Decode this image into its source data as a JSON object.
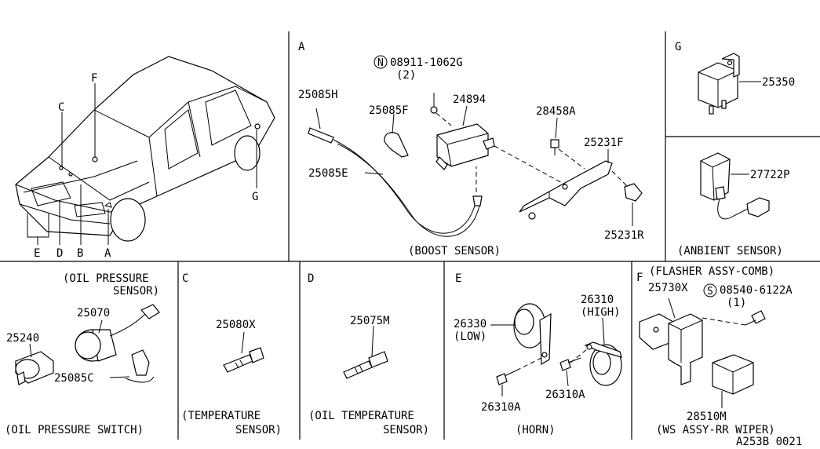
{
  "car_overview": {
    "labels": {
      "a": "A",
      "b": "B",
      "c": "C",
      "d": "D",
      "e": "E",
      "f": "F",
      "g": "G"
    }
  },
  "panel_a": {
    "letter": "A",
    "parts": {
      "p25085h": "25085H",
      "p25085f": "25085F",
      "p24894": "24894",
      "p28458a": "28458A",
      "p25231f": "25231F",
      "p25085e": "25085E",
      "p25231r": "25231R",
      "bolt": "08911-1062G",
      "bolt_symbol": "N",
      "bolt_qty": "(2)"
    },
    "caption": "(BOOST SENSOR)"
  },
  "panel_g": {
    "letter": "G",
    "parts": {
      "p25350": "25350",
      "p27722p": "27722P"
    },
    "caption": "(ANBIENT SENSOR)"
  },
  "panel_oil": {
    "caption_top_1": "(OIL PRESSURE",
    "caption_top_2": "SENSOR)",
    "parts": {
      "p25070": "25070",
      "p25240": "25240",
      "p25085c": "25085C"
    },
    "caption_bottom": "(OIL PRESSURE SWITCH)"
  },
  "panel_c": {
    "letter": "C",
    "parts": {
      "p25080x": "25080X"
    },
    "caption_1": "(TEMPERATURE",
    "caption_2": "SENSOR)"
  },
  "panel_d": {
    "letter": "D",
    "parts": {
      "p25075m": "25075M"
    },
    "caption_1": "(OIL TEMPERATURE",
    "caption_2": "SENSOR)"
  },
  "panel_e": {
    "letter": "E",
    "parts": {
      "p26330": "26330",
      "p26330_note": "(LOW)",
      "p26310": "26310",
      "p26310_note": "(HIGH)",
      "p26310a_1": "26310A",
      "p26310a_2": "26310A"
    },
    "caption": "(HORN)"
  },
  "panel_f": {
    "letter": "F",
    "title": "(FLASHER ASSY-COMB)",
    "parts": {
      "p25730x": "25730X",
      "bolt_symbol": "S",
      "bolt": "08540-6122A",
      "bolt_qty": "(1)",
      "p28510m": "28510M"
    },
    "caption": "(WS ASSY-RR WIPER)",
    "drawing_code": "A253B 0021"
  }
}
